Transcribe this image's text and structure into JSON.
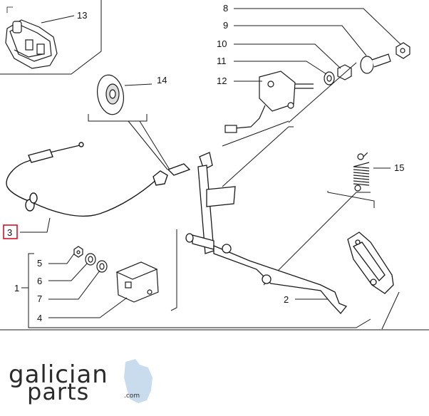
{
  "diagram": {
    "callouts": [
      {
        "id": "1",
        "text": "1"
      },
      {
        "id": "2",
        "text": "2"
      },
      {
        "id": "3",
        "text": "3",
        "highlighted": true
      },
      {
        "id": "4",
        "text": "4"
      },
      {
        "id": "5",
        "text": "5"
      },
      {
        "id": "6",
        "text": "6"
      },
      {
        "id": "7",
        "text": "7"
      },
      {
        "id": "8",
        "text": "8"
      },
      {
        "id": "9",
        "text": "9"
      },
      {
        "id": "10",
        "text": "10"
      },
      {
        "id": "11",
        "text": "11"
      },
      {
        "id": "12",
        "text": "12"
      },
      {
        "id": "13",
        "text": "13"
      },
      {
        "id": "14",
        "text": "14"
      },
      {
        "id": "15",
        "text": "15"
      }
    ],
    "highlight_color": "#d0021b",
    "line_color": "#1a1a1a"
  },
  "logo": {
    "line1": "galician",
    "line2": "parts",
    "suffix": ".com",
    "accent_color": "#c9dced"
  }
}
